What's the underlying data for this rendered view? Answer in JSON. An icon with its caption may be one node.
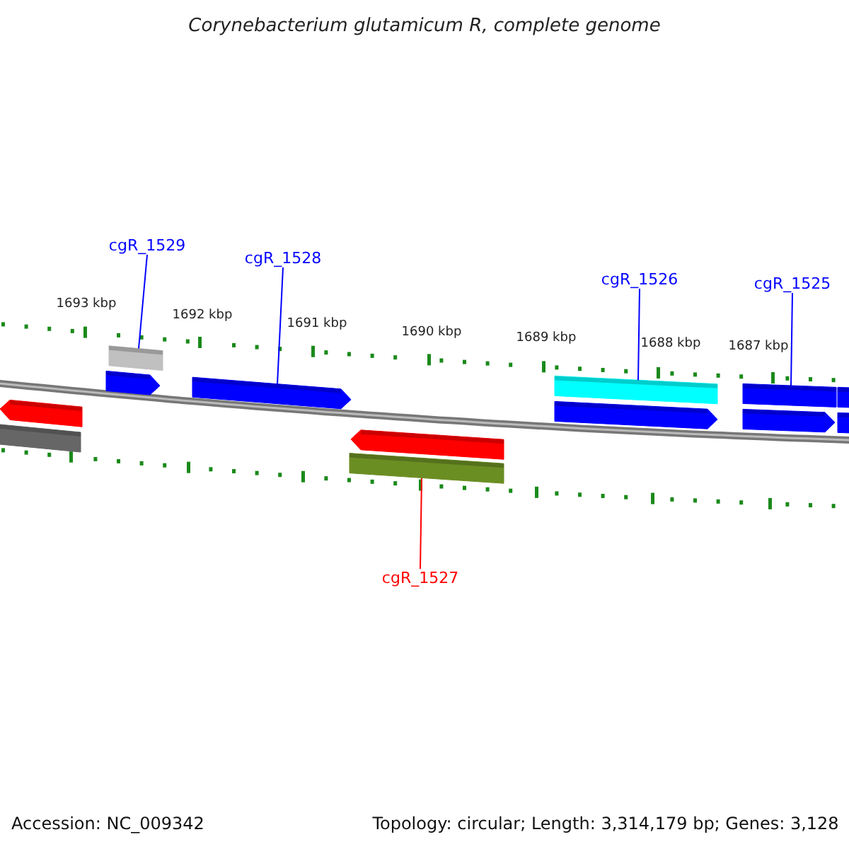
{
  "diagram": {
    "title": "Corynebacterium glutamicum R, complete genome",
    "nodes": [
      {
        "text": [
          "cgR_1529"
        ]
      },
      {
        "text": [
          "cgR_1528"
        ]
      },
      {
        "text": [
          "cgR_1526"
        ]
      },
      {
        "text": [
          "cgR_1525"
        ]
      },
      {
        "text": [
          "cgR_1527"
        ]
      },
      {
        "text": [],
        "shape": "arrow"
      },
      {
        "text": [],
        "shape": "bar"
      },
      {
        "text": [],
        "shape": "arrow"
      },
      {
        "text": [],
        "shape": "bar"
      },
      {
        "text": [],
        "shape": "arrow"
      },
      {
        "text": [],
        "shape": "bar"
      },
      {
        "text": [],
        "shape": "arrow"
      },
      {
        "text": [],
        "shape": "bar"
      },
      {
        "text": [],
        "shape": "arrow"
      },
      {
        "text": [],
        "shape": "bar"
      },
      {
        "text": [],
        "shape": "arrow"
      },
      {
        "text": [],
        "shape": "bar"
      },
      {
        "text": [],
        "shape": "bar"
      }
    ],
    "edges": [
      {
        "from": 0,
        "to": 8,
        "arrow": "none"
      },
      {
        "from": 1,
        "to": 9,
        "arrow": "none"
      },
      {
        "from": 2,
        "to": 12,
        "arrow": "none"
      },
      {
        "from": 3,
        "to": 14,
        "arrow": "none"
      },
      {
        "from": 4,
        "to": 10,
        "arrow": "none",
        "color": "#ff0000"
      }
    ],
    "labels": [
      "1693 kbp",
      "1692 kbp",
      "1691 kbp",
      "1690 kbp",
      "1689 kbp",
      "1688 kbp",
      "1687 kbp",
      "Accession: NC_009342",
      "Topology: circular; Length: 3,314,179 bp; Genes: 3,128"
    ]
  }
}
